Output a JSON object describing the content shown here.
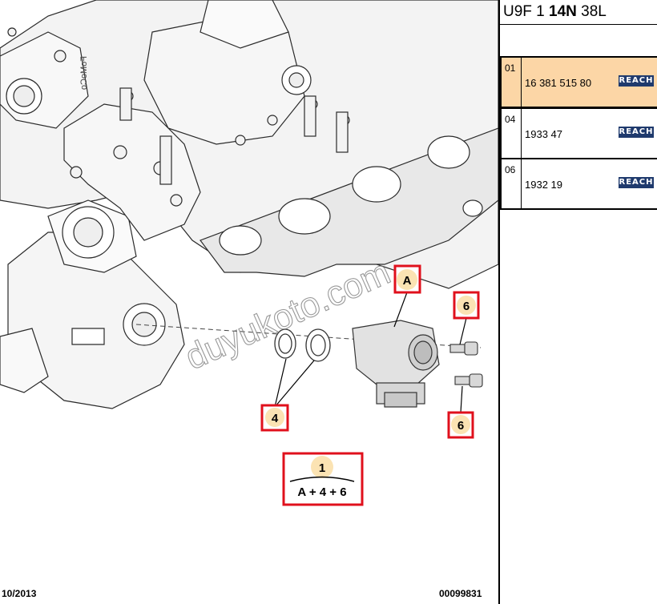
{
  "header": {
    "code_prefix": "U9F 1 ",
    "code_bold": "14N",
    "code_suffix": " 38L"
  },
  "parts": [
    {
      "index": "01",
      "reference": "16 381 515 80",
      "badge": "REACH",
      "selected": true
    },
    {
      "index": "04",
      "reference": "1933 47",
      "badge": "REACH",
      "selected": false
    },
    {
      "index": "06",
      "reference": "1932 19",
      "badge": "REACH",
      "selected": false
    }
  ],
  "diagram": {
    "callouts": {
      "a": "A",
      "four": "4",
      "six_top": "6",
      "six_bottom": "6"
    },
    "kit": {
      "number": "1",
      "formula": "A + 4 + 6"
    },
    "watermark": "duyukoto.com",
    "engine_marking": "FoMoCo"
  },
  "footer": {
    "date": "10/2013",
    "document_number": "00099831"
  },
  "colors": {
    "callout_red": "#e0101c",
    "callout_fill": "#fbe3b3",
    "selected_row": "#fcd6a6",
    "reach_badge": "#1f3a6d"
  }
}
